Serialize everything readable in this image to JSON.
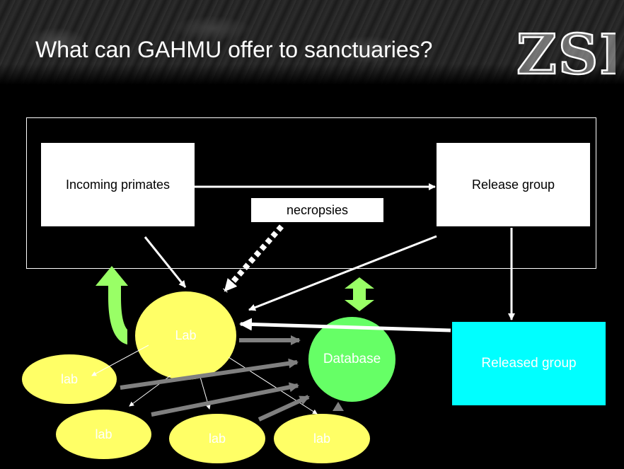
{
  "slide": {
    "title": "What can GAHMU offer to sanctuaries?",
    "logo_text": "ZSL"
  },
  "diagram": {
    "incoming_primates": "Incoming primates",
    "release_group": "Release group",
    "necropsies": "necropsies",
    "lab_main": "Lab",
    "database": "Database",
    "released_group": "Released group",
    "lab_1": "lab",
    "lab_2": "lab",
    "lab_3": "lab",
    "lab_4": "lab"
  },
  "colors": {
    "background": "#000000",
    "lab_fill": "#ffff66",
    "database_fill": "#66ff66",
    "released_fill": "#00ffff",
    "gray_arrow": "#808080",
    "green_arrow": "#99ff66"
  }
}
